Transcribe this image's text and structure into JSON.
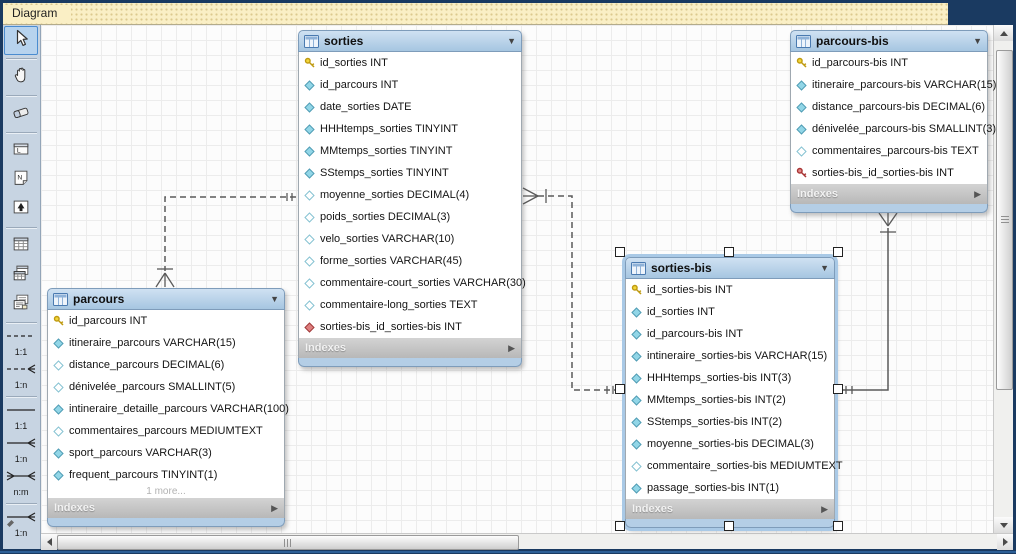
{
  "window": {
    "tab_title": "Diagram"
  },
  "colors": {
    "frame": "#1a3a61",
    "tab_bg": "#faefc5",
    "header_blue": "#b6d0e8",
    "selection_blue": "#a9c9e6",
    "pk_key_fill": "#f2d73c",
    "pk_key_stroke": "#bf9a10",
    "fk_key_fill": "#e28a8a",
    "fk_key_stroke": "#a83434",
    "notnull_fill": "#92d6e7",
    "notnull_stroke": "#4f9cb4",
    "nullable_fill": "#ffffff",
    "nullable_stroke": "#85c2d2",
    "fk_col_fill": "#dd7f7f",
    "fk_col_stroke": "#a03838"
  },
  "toolbar": {
    "tools": [
      {
        "name": "select-tool",
        "icon": "cursor-icon",
        "active": true,
        "group_end": true
      },
      {
        "name": "hand-tool",
        "icon": "hand-icon",
        "group_end": true
      },
      {
        "name": "eraser-tool",
        "icon": "eraser-icon",
        "group_end": true
      },
      {
        "name": "layer-tool",
        "icon": "layer-icon"
      },
      {
        "name": "note-tool",
        "icon": "note-icon"
      },
      {
        "name": "image-tool",
        "icon": "image-icon",
        "group_end": true
      },
      {
        "name": "table-tool",
        "icon": "new-table-icon"
      },
      {
        "name": "view-tool",
        "icon": "new-view-icon"
      },
      {
        "name": "routine-group-tool",
        "icon": "routine-group-icon",
        "group_end": true
      },
      {
        "name": "rel-11-non-identifying-tool",
        "icon": "rel-dashed-11-icon",
        "label": "1:1"
      },
      {
        "name": "rel-1n-non-identifying-tool",
        "icon": "rel-dashed-1n-icon",
        "label": "1:n",
        "group_end": true
      },
      {
        "name": "rel-11-identifying-tool",
        "icon": "rel-solid-11-icon",
        "label": "1:1"
      },
      {
        "name": "rel-1n-identifying-tool",
        "icon": "rel-solid-1n-icon",
        "label": "1:n"
      },
      {
        "name": "rel-nm-identifying-tool",
        "icon": "rel-nm-icon",
        "label": "n:m",
        "group_end": true
      },
      {
        "name": "rel-existing-columns-tool",
        "icon": "rel-pick-icon",
        "label": "1:n"
      }
    ]
  },
  "tables": [
    {
      "title": "sorties",
      "footer_label": "Indexes",
      "columns": [
        {
          "icon": "primary-key-icon",
          "text": "id_sorties INT"
        },
        {
          "icon": "notnull-column-icon",
          "text": "id_parcours INT"
        },
        {
          "icon": "notnull-column-icon",
          "text": "date_sorties DATE"
        },
        {
          "icon": "notnull-column-icon",
          "text": "HHHtemps_sorties TINYINT"
        },
        {
          "icon": "notnull-column-icon",
          "text": "MMtemps_sorties TINYINT"
        },
        {
          "icon": "notnull-column-icon",
          "text": "SStemps_sorties TINYINT"
        },
        {
          "icon": "nullable-column-icon",
          "text": "moyenne_sorties DECIMAL(4)"
        },
        {
          "icon": "nullable-column-icon",
          "text": "poids_sorties DECIMAL(3)"
        },
        {
          "icon": "nullable-column-icon",
          "text": "velo_sorties VARCHAR(10)"
        },
        {
          "icon": "nullable-column-icon",
          "text": "forme_sorties VARCHAR(45)"
        },
        {
          "icon": "nullable-column-icon",
          "text": "commentaire-court_sorties VARCHAR(30)"
        },
        {
          "icon": "nullable-column-icon",
          "text": "commentaire-long_sorties TEXT"
        },
        {
          "icon": "foreign-key-column-icon",
          "text": "sorties-bis_id_sorties-bis INT"
        }
      ]
    },
    {
      "title": "parcours-bis",
      "footer_label": "Indexes",
      "columns": [
        {
          "icon": "primary-key-icon",
          "text": "id_parcours-bis INT"
        },
        {
          "icon": "notnull-column-icon",
          "text": "itineraire_parcours-bis VARCHAR(15)"
        },
        {
          "icon": "notnull-column-icon",
          "text": "distance_parcours-bis DECIMAL(6)"
        },
        {
          "icon": "notnull-column-icon",
          "text": "dénivelée_parcours-bis SMALLINT(3)"
        },
        {
          "icon": "nullable-column-icon",
          "text": "commentaires_parcours-bis TEXT"
        },
        {
          "icon": "foreign-primary-key-icon",
          "text": "sorties-bis_id_sorties-bis INT"
        }
      ]
    },
    {
      "title": "parcours",
      "footer_label": "Indexes",
      "more_label": "1 more...",
      "columns": [
        {
          "icon": "primary-key-icon",
          "text": "id_parcours INT"
        },
        {
          "icon": "notnull-column-icon",
          "text": "itineraire_parcours VARCHAR(15)"
        },
        {
          "icon": "nullable-column-icon",
          "text": "distance_parcours DECIMAL(6)"
        },
        {
          "icon": "nullable-column-icon",
          "text": "dénivelée_parcours SMALLINT(5)"
        },
        {
          "icon": "notnull-column-icon",
          "text": "intineraire_detaille_parcours VARCHAR(100)"
        },
        {
          "icon": "nullable-column-icon",
          "text": "commentaires_parcours MEDIUMTEXT"
        },
        {
          "icon": "notnull-column-icon",
          "text": "sport_parcours VARCHAR(3)"
        },
        {
          "icon": "notnull-column-icon",
          "text": "frequent_parcours TINYINT(1)"
        }
      ]
    },
    {
      "title": "sorties-bis",
      "footer_label": "Indexes",
      "columns": [
        {
          "icon": "primary-key-icon",
          "text": "id_sorties-bis INT"
        },
        {
          "icon": "notnull-column-icon",
          "text": "id_sorties INT"
        },
        {
          "icon": "notnull-column-icon",
          "text": "id_parcours-bis INT"
        },
        {
          "icon": "notnull-column-icon",
          "text": "intineraire_sorties-bis VARCHAR(15)"
        },
        {
          "icon": "notnull-column-icon",
          "text": "HHHtemps_sorties-bis INT(3)"
        },
        {
          "icon": "notnull-column-icon",
          "text": "MMtemps_sorties-bis INT(2)"
        },
        {
          "icon": "notnull-column-icon",
          "text": "SStemps_sorties-bis INT(2)"
        },
        {
          "icon": "notnull-column-icon",
          "text": "moyenne_sorties-bis DECIMAL(3)"
        },
        {
          "icon": "nullable-column-icon",
          "text": "commentaire_sorties-bis MEDIUMTEXT"
        },
        {
          "icon": "notnull-column-icon",
          "text": "passage_sorties-bis INT(1)"
        }
      ]
    }
  ],
  "connections": [
    {
      "name": "rel-sorties-parcours",
      "style": "dashed",
      "cardinality": "1:n",
      "from": "sorties",
      "to": "parcours"
    },
    {
      "name": "rel-sorties-sorties-bis",
      "style": "dashed",
      "cardinality": "n:1",
      "from": "sorties",
      "to": "sorties-bis"
    },
    {
      "name": "rel-parcours-bis-sorties-bis",
      "style": "solid",
      "cardinality": "n:1",
      "from": "parcours-bis",
      "to": "sorties-bis"
    }
  ]
}
